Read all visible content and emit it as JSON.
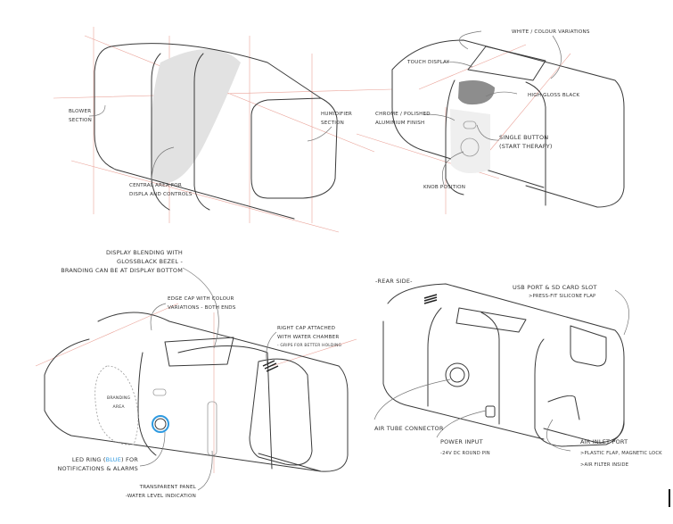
{
  "sketch_top_left": {
    "blower": [
      "Blower",
      "Section"
    ],
    "humidifier": [
      "Humidifier",
      "Section"
    ],
    "central": [
      "Central area for",
      "displa and controls"
    ]
  },
  "sketch_top_right": {
    "white_colour": "White / colour variations",
    "touch_display": "Touch display",
    "high_gloss": "High gloss black",
    "chrome": [
      "Chrome / polished",
      "aluminium finish"
    ],
    "single_button": [
      "Single button",
      "(start therapy)"
    ],
    "knob": "Knob position"
  },
  "sketch_bottom_left": {
    "display_blending": [
      "Display blending with",
      "glossblack bezel -",
      "branding can be at display bottom"
    ],
    "edge_cap": [
      "Edge cap with colour",
      "variations - both ends"
    ],
    "right_cap": [
      "Right cap attached",
      "with water chamber",
      "- grips for better holding"
    ],
    "branding_area": [
      "Branding",
      "area"
    ],
    "led_ring": {
      "pre": "LED ring (",
      "blue": "Blue",
      "post": ") for",
      "line2": "notifications & alarms"
    },
    "transparent_panel": [
      "Transparent panel",
      "-water level indication"
    ]
  },
  "sketch_bottom_right": {
    "title": "-Rear side-",
    "usb": [
      "USB port & SD card slot",
      ">press-fit silicone flap"
    ],
    "air_tube": "Air tube connector",
    "power": [
      "Power input",
      "-24V DC round pin"
    ],
    "air_inlet": [
      "Air inlet port",
      ">plastic flap, magnetic lock",
      ">air filter inside"
    ]
  },
  "colors": {
    "led_blue": "#2f9ae0",
    "construction_red": "#e58c80",
    "gloss_grey": "#bdbdbd"
  }
}
